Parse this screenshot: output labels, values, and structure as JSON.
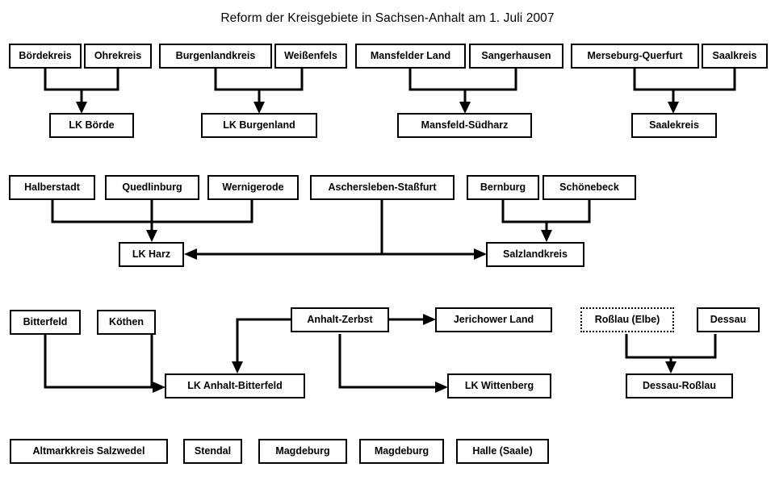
{
  "title": "Reform der Kreisgebiete in Sachsen-Anhalt am 1. Juli 2007",
  "colors": {
    "stroke": "#000000",
    "background": "#ffffff",
    "text": "#000000"
  },
  "groups": [
    {
      "name": "boerde",
      "sources": [
        "Bördekreis",
        "Ohrekreis"
      ],
      "target": "LK Börde"
    },
    {
      "name": "burgenland",
      "sources": [
        "Burgenlandkreis",
        "Weißenfels"
      ],
      "target": "LK Burgenland"
    },
    {
      "name": "mansfeld-suedharz",
      "sources": [
        "Mansfelder Land",
        "Sangerhausen"
      ],
      "target": "Mansfeld-Südharz"
    },
    {
      "name": "saalekreis",
      "sources": [
        "Merseburg-Querfurt",
        "Saalkreis"
      ],
      "target": "Saalekreis"
    },
    {
      "name": "harz",
      "sources": [
        "Halberstadt",
        "Quedlinburg",
        "Wernigerode"
      ],
      "target": "LK Harz"
    },
    {
      "name": "salzlandkreis",
      "sources": [
        "Aschersleben-Staßfurt",
        "Bernburg",
        "Schönebeck"
      ],
      "target": "Salzlandkreis"
    },
    {
      "name": "anhalt-bitterfeld",
      "sources": [
        "Bitterfeld",
        "Köthen",
        "Anhalt-Zerbst"
      ],
      "target": "LK Anhalt-Bitterfeld"
    },
    {
      "name": "wittenberg",
      "sources": [
        "Anhalt-Zerbst"
      ],
      "target": "LK Wittenberg"
    },
    {
      "name": "jerichower-land",
      "sources": [
        "Anhalt-Zerbst"
      ],
      "target": "Jerichower Land"
    },
    {
      "name": "dessau-rosslau",
      "sources": [
        "Roßlau (Elbe)",
        "Dessau"
      ],
      "target": "Dessau-Roßlau"
    }
  ],
  "nodes": {
    "boerdekreis": "Bördekreis",
    "ohrekreis": "Ohrekreis",
    "lk_boerde": "LK Börde",
    "burgenlandkreis": "Burgenlandkreis",
    "weissenfels": "Weißenfels",
    "lk_burgenland": "LK Burgenland",
    "mansfelder_land": "Mansfelder Land",
    "sangerhausen": "Sangerhausen",
    "mansfeld_suedharz": "Mansfeld-Südharz",
    "merseburg_querfurt": "Merseburg-Querfurt",
    "saalkreis": "Saalkreis",
    "saalekreis": "Saalekreis",
    "halberstadt": "Halberstadt",
    "quedlinburg": "Quedlinburg",
    "wernigerode": "Wernigerode",
    "lk_harz": "LK Harz",
    "aschersleben_stassfurt": "Aschersleben-Staßfurt",
    "bernburg": "Bernburg",
    "schoenebeck": "Schönebeck",
    "salzlandkreis": "Salzlandkreis",
    "bitterfeld": "Bitterfeld",
    "koethen": "Köthen",
    "anhalt_zerbst": "Anhalt-Zerbst",
    "jerichower_land": "Jerichower Land",
    "lk_anhalt_bitterfeld": "LK Anhalt-Bitterfeld",
    "lk_wittenberg": "LK Wittenberg",
    "rosslau_elbe": "Roßlau (Elbe)",
    "dessau": "Dessau",
    "dessau_rosslau": "Dessau-Roßlau",
    "altmarkkreis_salzwedel": "Altmarkkreis Salzwedel",
    "stendal": "Stendal",
    "magdeburg_kreis": "Magdeburg",
    "magdeburg_stadt": "Magdeburg",
    "halle_saale": "Halle (Saale)"
  }
}
